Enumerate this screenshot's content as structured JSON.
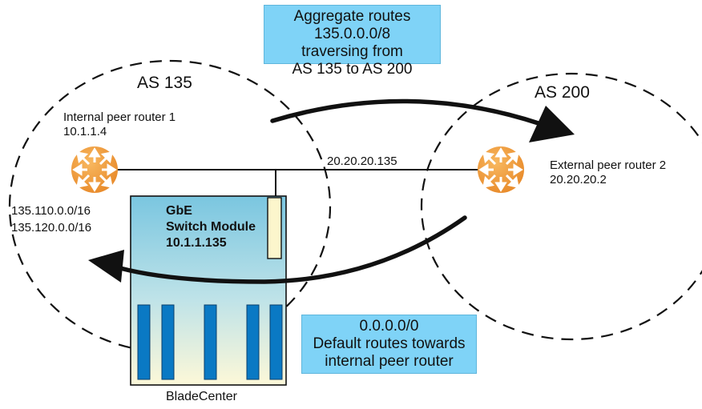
{
  "callouts": {
    "aggregate": [
      "Aggregate routes 135.0.0.0/8",
      "traversing from",
      "AS 135 to AS 200"
    ],
    "default": [
      "0.0.0.0/0",
      "Default routes towards",
      "internal peer router"
    ]
  },
  "as_left": {
    "label": "AS 135"
  },
  "as_right": {
    "label": "AS 200"
  },
  "router1": {
    "name": "Internal peer router 1",
    "ip": "10.1.1.4"
  },
  "router2": {
    "name": "External peer router 2",
    "ip": "20.20.20.2"
  },
  "link_ip": "20.20.20.135",
  "networks": [
    "135.110.0.0/16",
    "135.120.0.0/16"
  ],
  "switch": {
    "title": "GbE",
    "subtitle": "Switch Module",
    "ip": "10.1.1.135"
  },
  "chassis": {
    "label": "BladeCenter"
  },
  "colors": {
    "router": "#f29a3a",
    "callout": "#7fd3f7",
    "switch_top": "#7ac6e0",
    "switch_bottom": "#fdf8d8",
    "blade": "#0a79c4"
  },
  "icons": {
    "router": "router-icon",
    "arrow": "arrow-icon"
  }
}
